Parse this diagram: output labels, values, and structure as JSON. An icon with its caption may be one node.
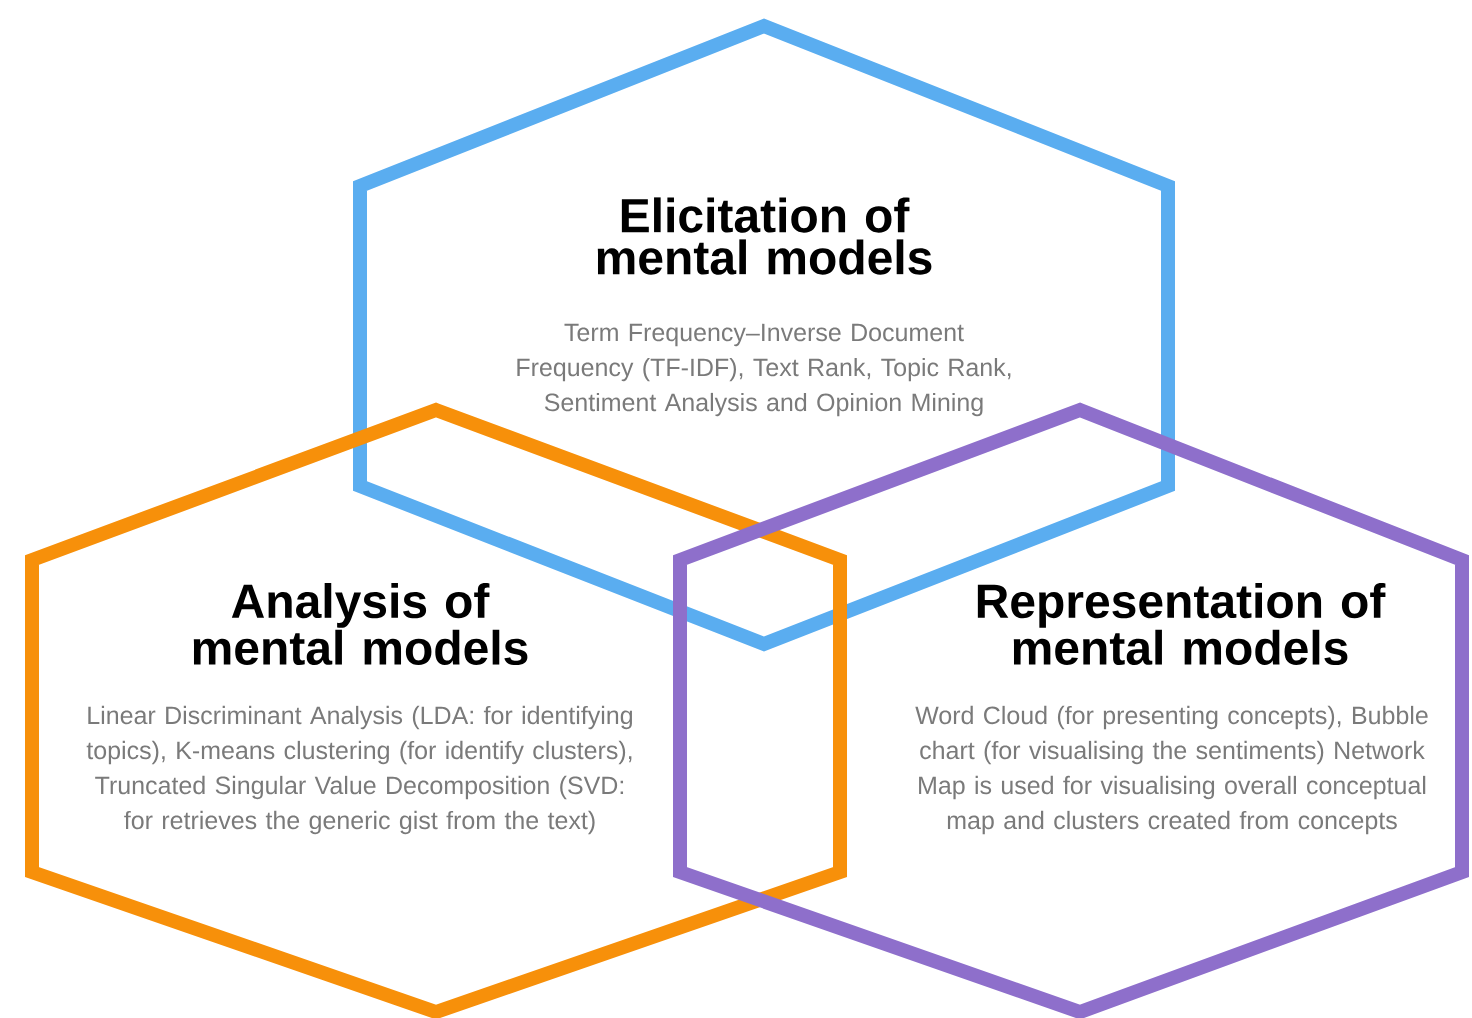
{
  "diagram": {
    "nodes": [
      {
        "text": [
          "Elicitation of mental models",
          "Term Frequency–Inverse Document Frequency (TF-IDF), Text Rank, Topic Rank, Sentiment Analysis and Opinion Mining"
        ]
      },
      {
        "text": [
          "Analysis of mental models",
          "Linear Discriminant Analysis (LDA: for identifying topics), K-means clustering (for identify clusters), Truncated Singular Value Decomposition (SVD: for retrieves the generic gist from the text)"
        ]
      },
      {
        "text": [
          "Representation of mental models",
          "Word Cloud (for presenting concepts), Bubble chart (for visualising the sentiments) Network Map is used for visualising  overall conceptual map and clusters created from concepts"
        ]
      }
    ]
  }
}
